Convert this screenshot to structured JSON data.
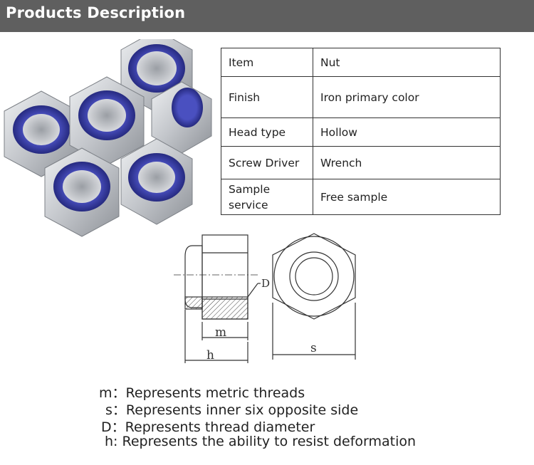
{
  "header": {
    "title": "Products Description"
  },
  "specs": {
    "rows": [
      {
        "key": "Item",
        "value": "Nut"
      },
      {
        "key": "Finish",
        "value": "Iron primary color"
      },
      {
        "key": "Head type",
        "value": "Hollow"
      },
      {
        "key": "Screw Driver",
        "value": "Wrench"
      },
      {
        "key_line1": "Sample",
        "key_line2": "service",
        "value": "Free sample"
      }
    ]
  },
  "drawing": {
    "label_d": "D",
    "label_m": "m",
    "label_h": "h",
    "label_s": "s"
  },
  "legend": {
    "m": {
      "symbol": "m",
      "separator": "：",
      "text": "Represents metric threads"
    },
    "s": {
      "symbol": "s",
      "separator": "：",
      "text": "Represents inner six opposite side"
    },
    "D": {
      "symbol": "D",
      "separator": "：",
      "text": "Represents thread diameter"
    },
    "h": {
      "symbol": "h",
      "separator": ":",
      "text": " Represents the ability to resist deformation"
    }
  },
  "colors": {
    "header_bg": "#5f5f5f",
    "nylon_insert": "#3b3fa8",
    "steel": "#c9cbcf"
  }
}
